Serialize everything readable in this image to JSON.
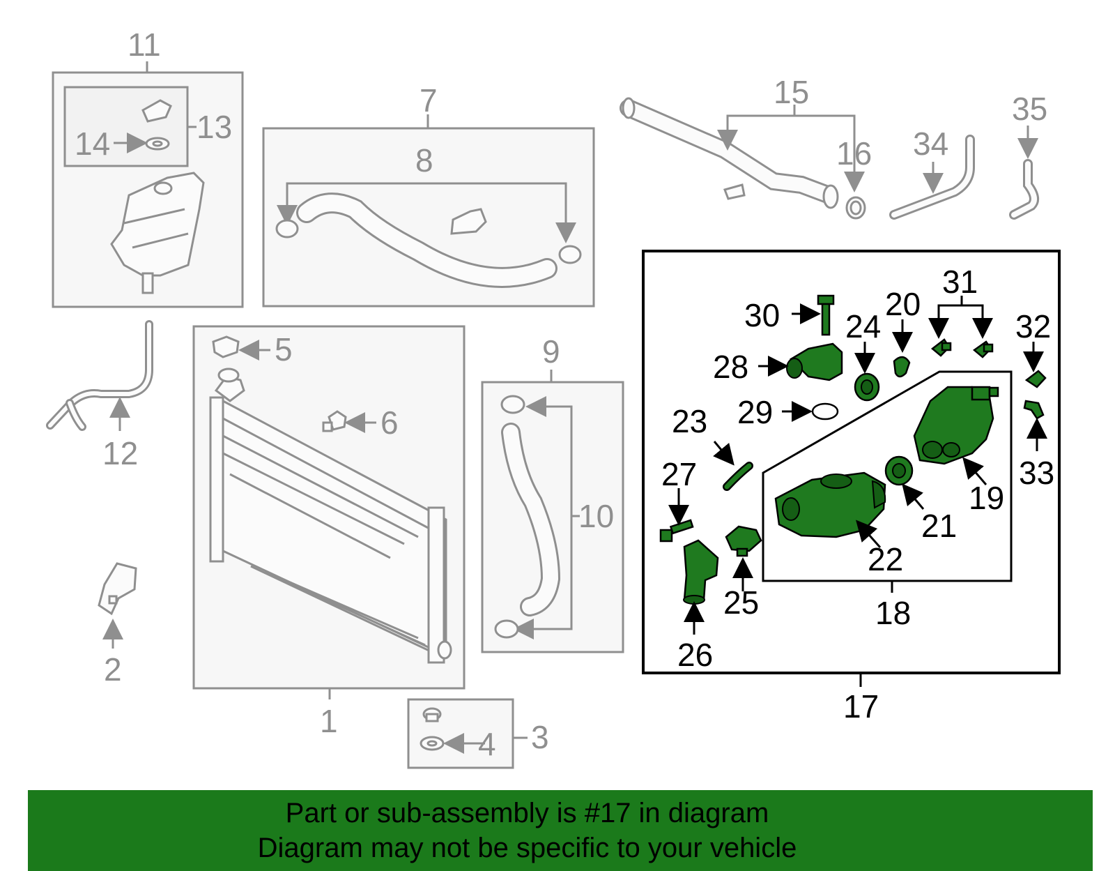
{
  "callouts": {
    "n1": "1",
    "n2": "2",
    "n3": "3",
    "n4": "4",
    "n5": "5",
    "n6": "6",
    "n7": "7",
    "n8": "8",
    "n9": "9",
    "n10": "10",
    "n11": "11",
    "n12": "12",
    "n13": "13",
    "n14": "14",
    "n15": "15",
    "n16": "16",
    "n17": "17",
    "n18": "18",
    "n19": "19",
    "n20": "20",
    "n21": "21",
    "n22": "22",
    "n23": "23",
    "n24": "24",
    "n25": "25",
    "n26": "26",
    "n27": "27",
    "n28": "28",
    "n29": "29",
    "n30": "30",
    "n31": "31",
    "n32": "32",
    "n33": "33",
    "n34": "34",
    "n35": "35"
  },
  "banner": {
    "line1": "Part or sub-assembly is #17 in diagram",
    "line2": "Diagram may not be specific to your vehicle"
  },
  "colors": {
    "highlight": "#1f7a1f",
    "banner": "#1b7a1b",
    "callout_gray": "#8f8f8f",
    "callout_black": "#000000"
  }
}
